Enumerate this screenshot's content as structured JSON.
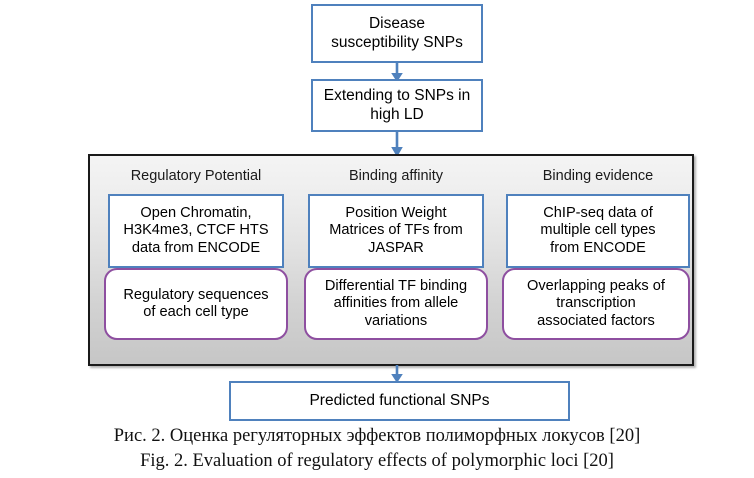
{
  "figure": {
    "flow": {
      "top_boxes": [
        {
          "id": "disease",
          "text": "Disease\nsusceptibility SNPs"
        },
        {
          "id": "extending",
          "text": "Extending to SNPs in\nhigh LD"
        }
      ],
      "output_box": {
        "id": "predicted",
        "text": "Predicted functional SNPs"
      },
      "arrows": [
        {
          "id": "arrow-1",
          "direction": "down"
        },
        {
          "id": "arrow-2",
          "direction": "down"
        },
        {
          "id": "arrow-3",
          "direction": "down"
        }
      ]
    },
    "panel": {
      "columns": [
        {
          "header": "Regulatory Potential",
          "data_source": "Open Chromatin,\nH3K4me3, CTCF HTS\ndata from ENCODE",
          "result": "Regulatory sequences\nof each cell type"
        },
        {
          "header": "Binding affinity",
          "data_source": "Position Weight\nMatrices of TFs from\nJASPAR",
          "result": "Differential TF binding\naffinities from allele\nvariations"
        },
        {
          "header": "Binding evidence",
          "data_source": "ChIP-seq data of\nmultiple cell types\nfrom ENCODE",
          "result": "Overlapping peaks of\ntranscription\nassociated factors"
        }
      ]
    },
    "caption": {
      "line_ru": "Рис. 2. Оценка регуляторных эффектов полиморфных локусов [20]",
      "line_en": "Fig. 2. Evaluation of regulatory effects of polymorphic loci [20]"
    },
    "colors": {
      "box_border_blue": "#4F81BD",
      "box_border_purple": "#8E4FA0",
      "arrow_blue": "#4F81BD",
      "panel_border": "#1A1A1A",
      "panel_fill_top": "#F4F4F4",
      "panel_fill_bottom": "#C6C6C6",
      "text": "#000000"
    }
  }
}
